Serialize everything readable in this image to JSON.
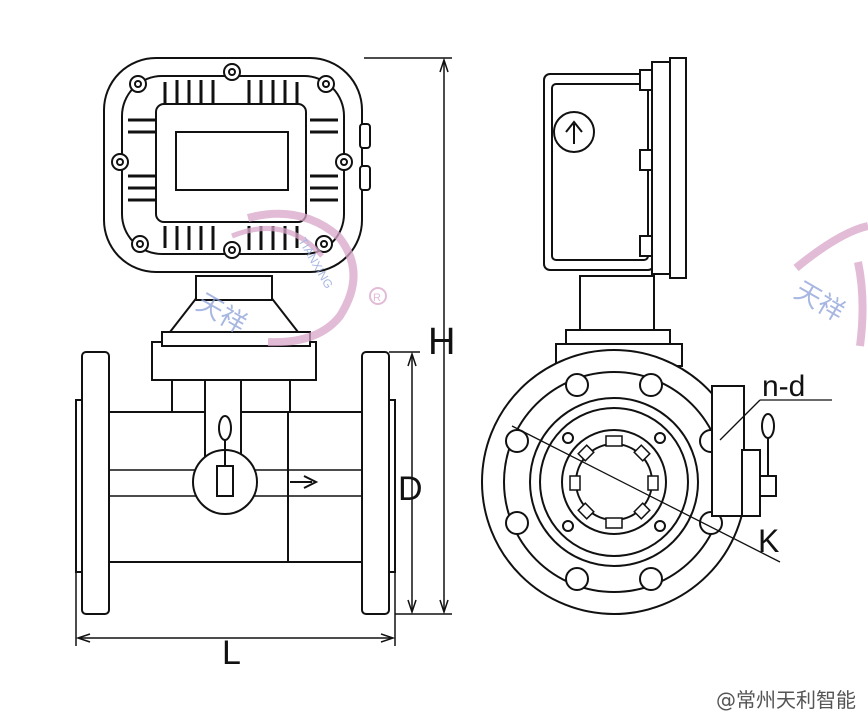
{
  "labels": {
    "height": "H",
    "length": "L",
    "diameter": "D",
    "bolt_holes": "n-d",
    "bolt_circle": "K"
  },
  "watermark": {
    "text_cn": "天祥",
    "text_en": "TIANXING",
    "mark": "®",
    "color": "#d9a6c9"
  },
  "footer": {
    "text": "@常州天利智能"
  },
  "colors": {
    "ink": "#111111",
    "fill": "#ffffff"
  }
}
